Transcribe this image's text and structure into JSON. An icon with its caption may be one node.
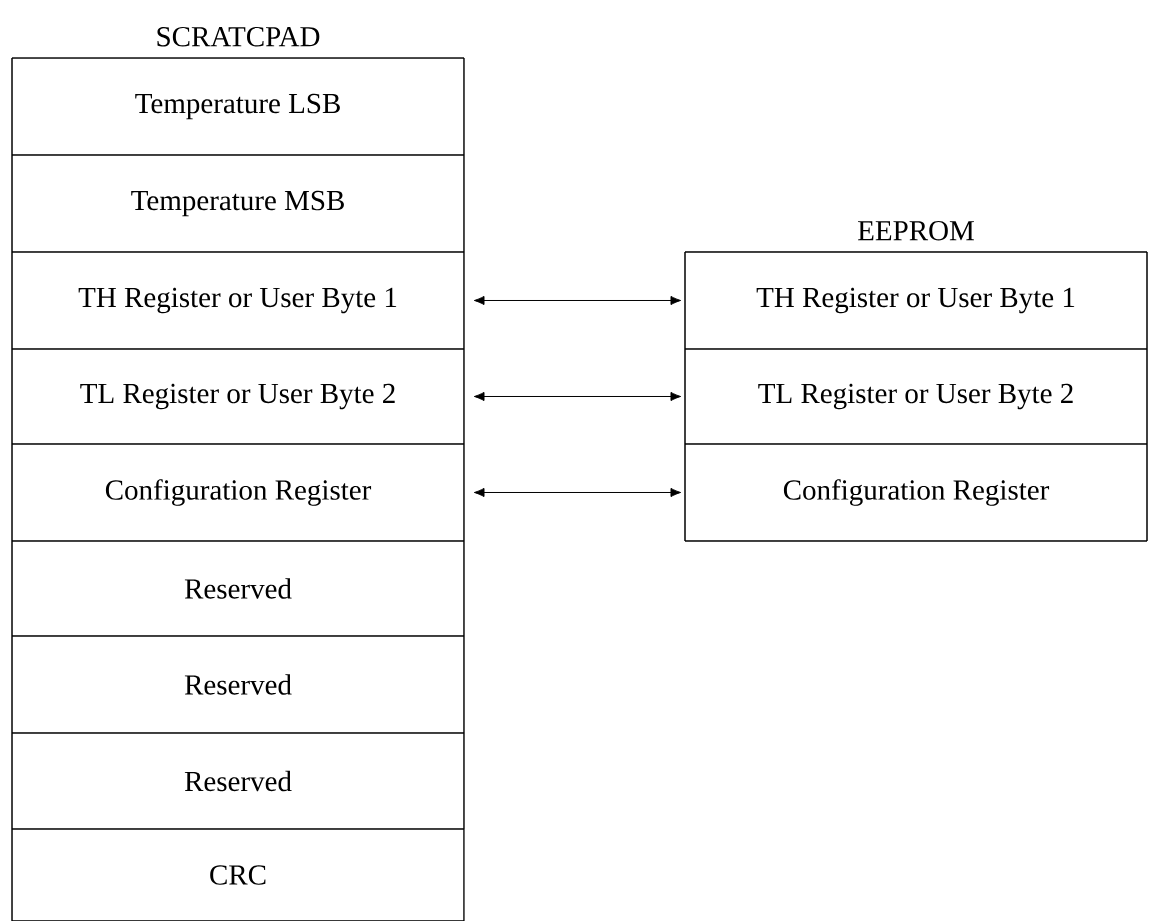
{
  "diagram": {
    "nodes": [
      {
        "text": [
          "SCRATCPAD"
        ]
      },
      {
        "text": [
          "Temperature LSB"
        ],
        "in": 0
      },
      {
        "text": [
          "Temperature MSB"
        ],
        "in": 0
      },
      {
        "text": [
          "TH Register or User Byte 1"
        ],
        "in": 0
      },
      {
        "text": [
          "TL Register or User Byte 2"
        ],
        "in": 0
      },
      {
        "text": [
          "Configuration Register"
        ],
        "in": 0
      },
      {
        "text": [
          "Reserved"
        ],
        "in": 0
      },
      {
        "text": [
          "Reserved"
        ],
        "in": 0
      },
      {
        "text": [
          "Reserved"
        ],
        "in": 0
      },
      {
        "text": [
          "CRC"
        ],
        "in": 0
      },
      {
        "text": [
          "EEPROM"
        ]
      },
      {
        "text": [
          "TH Register or User Byte 1"
        ],
        "in": 10
      },
      {
        "text": [
          "TL Register or User Byte 2"
        ],
        "in": 10
      },
      {
        "text": [
          "Configuration Register"
        ],
        "in": 10
      }
    ],
    "edges": [
      {
        "from": 3,
        "to": 11,
        "arrow": "both"
      },
      {
        "from": 4,
        "to": 12,
        "arrow": "both"
      },
      {
        "from": 5,
        "to": 13,
        "arrow": "both"
      }
    ]
  }
}
